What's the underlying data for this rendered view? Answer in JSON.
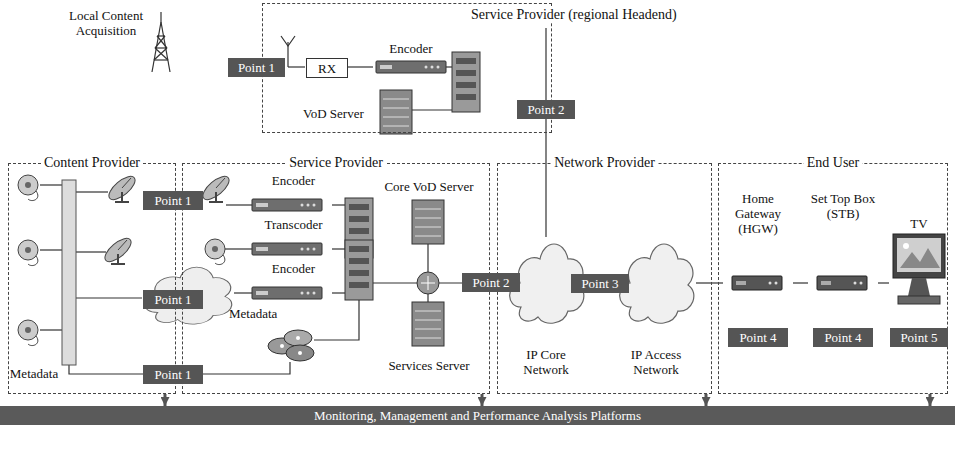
{
  "diagram": {
    "nodes": [
      {
        "text": [
          "Point 1"
        ]
      },
      {
        "text": [
          "Service Provider (regional Headend)"
        ]
      },
      {
        "text": [
          "RX"
        ],
        "in": 1
      },
      {
        "text": [
          "Encoder"
        ],
        "in": 1
      },
      {
        "text": [
          "VoD Server"
        ],
        "in": 1
      },
      {
        "text": [
          "Point 2"
        ]
      },
      {
        "text": [
          "Content Provider"
        ]
      },
      {
        "text": [
          "Service Provider"
        ]
      },
      {
        "text": [
          "Network Provider"
        ]
      },
      {
        "text": [
          "End User"
        ]
      },
      {
        "text": [
          "Point 1"
        ]
      },
      {
        "text": [
          "Point 1"
        ]
      },
      {
        "text": [
          "Point 1"
        ]
      },
      {
        "text": [
          "Encoder"
        ],
        "in": 7
      },
      {
        "text": [
          "Transcoder"
        ],
        "in": 7
      },
      {
        "text": [
          "Encoder"
        ],
        "in": 7
      },
      {
        "text": [
          "Metadata"
        ],
        "in": 7
      },
      {
        "text": [
          "Core VoD Server"
        ],
        "in": 7
      },
      {
        "text": [
          "Services Server"
        ],
        "in": 7
      },
      {
        "text": [
          "Point 2"
        ]
      },
      {
        "text": [
          "IP Core Network"
        ],
        "in": 8
      },
      {
        "text": [
          "Point 3"
        ],
        "in": 8
      },
      {
        "text": [
          "IP Access Network"
        ],
        "in": 8
      },
      {
        "text": [
          "Home Gateway (HGW)"
        ],
        "in": 9
      },
      {
        "text": [
          "Set Top Box (STB)"
        ],
        "in": 9
      },
      {
        "text": [
          "TV"
        ],
        "in": 9
      },
      {
        "text": [
          "Point 4"
        ],
        "in": 9
      },
      {
        "text": [
          "Point 4"
        ],
        "in": 9
      },
      {
        "text": [
          "Point 5"
        ],
        "in": 9
      },
      {
        "text": [
          "Monitoring, Management and Performance Analysis Platforms"
        ]
      }
    ],
    "edges": [
      {
        "from": 2,
        "to": 3,
        "arrow": "none"
      },
      {
        "from": 1,
        "to": 20,
        "arrow": "none"
      },
      {
        "from": 20,
        "to": 22,
        "arrow": "none"
      },
      {
        "from": 22,
        "to": 23,
        "arrow": "none"
      },
      {
        "from": 23,
        "to": 24,
        "arrow": "none"
      },
      {
        "from": 24,
        "to": 25,
        "arrow": "none"
      },
      {
        "from": 6,
        "to": 29,
        "arrow": "to"
      },
      {
        "from": 7,
        "to": 29,
        "arrow": "to"
      },
      {
        "from": 8,
        "to": 29,
        "arrow": "to"
      },
      {
        "from": 9,
        "to": 29,
        "arrow": "to"
      }
    ],
    "labels": [
      "Local Content Acquisition",
      "Metadata"
    ]
  }
}
